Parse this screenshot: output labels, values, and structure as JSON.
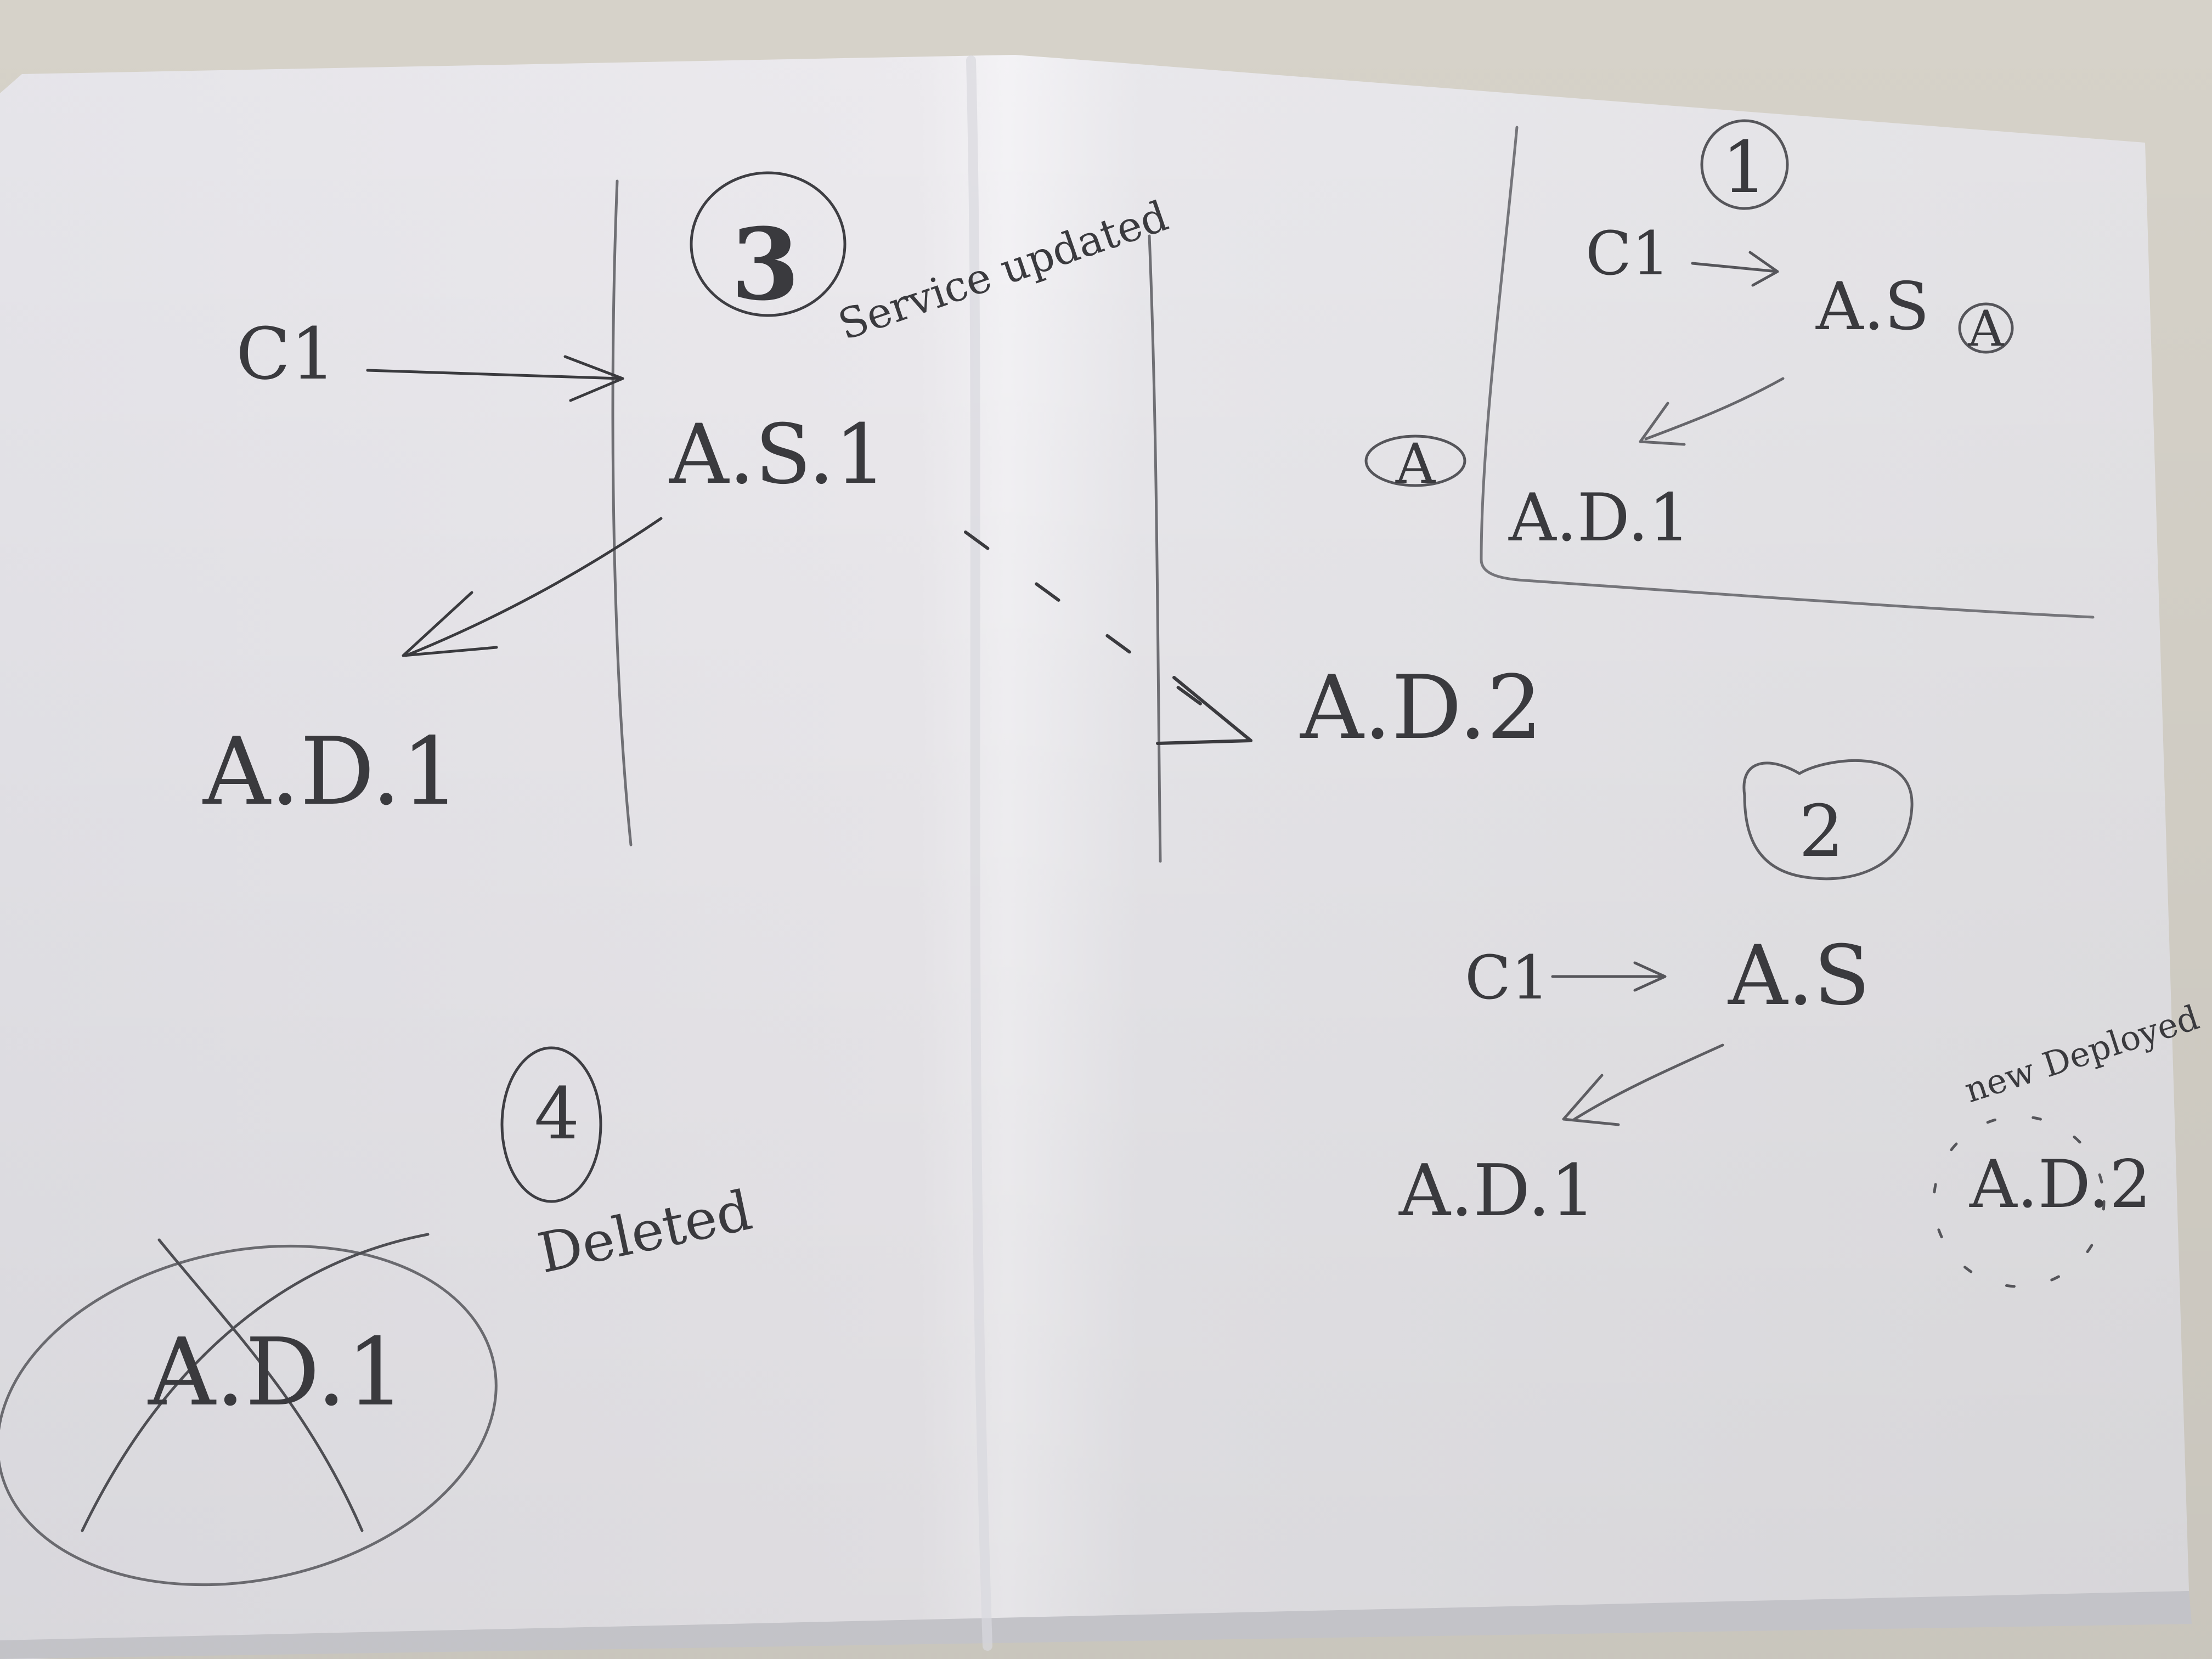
{
  "sketch": {
    "panel_1": {
      "step": "1",
      "client": "C1",
      "service": "A.S",
      "deployment": "A.D.1",
      "service_mark": "A",
      "deployment_mark": "A"
    },
    "panel_2": {
      "step": "2",
      "client": "C1",
      "service": "A.S",
      "deployment_old": "A.D.1",
      "deployment_new": "A.D.2",
      "note": "new Deployed"
    },
    "panel_3": {
      "step": "3",
      "client": "C1",
      "service": "A.S.1",
      "deployment_old": "A.D.1",
      "deployment_new": "A.D.2",
      "note": "Service updated"
    },
    "panel_4": {
      "step": "4",
      "deployment": "A.D.1",
      "note": "Deleted"
    }
  },
  "colors": {
    "ink": "#3a3a3e",
    "pencil": "#6d6d72",
    "paper": "#eeedf0",
    "table": "#d7d4cd"
  }
}
